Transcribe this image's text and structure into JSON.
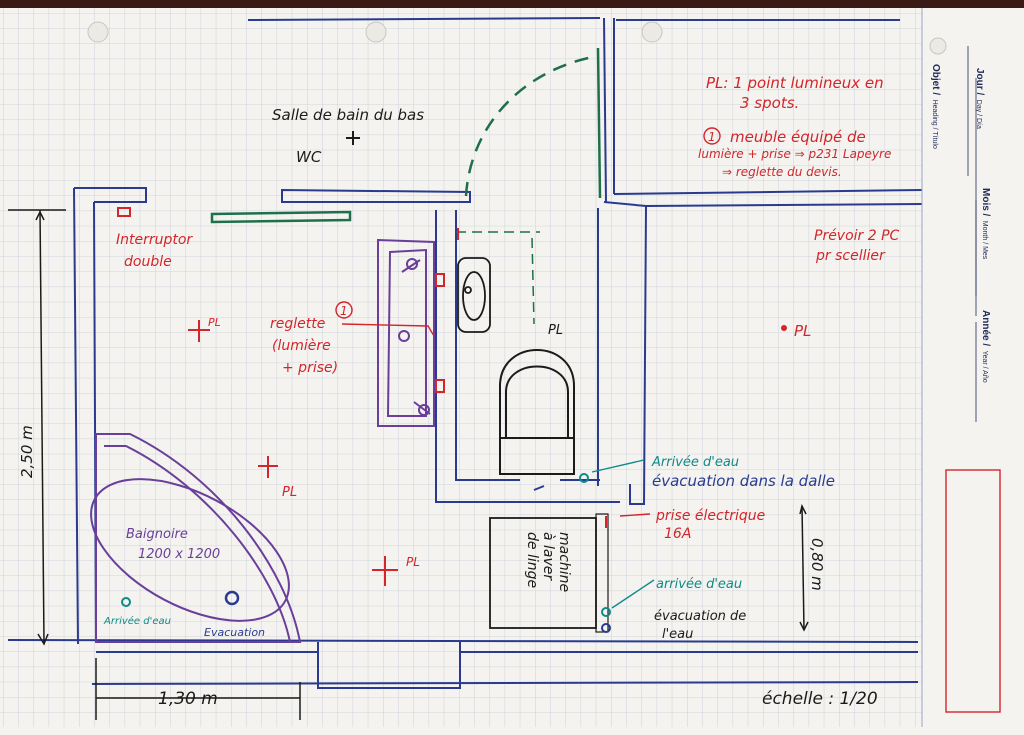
{
  "topbar_color": "#3a1a14",
  "colors": {
    "grid": "#c4cad8",
    "blue_wall": "#2a3b8f",
    "red": "#d2262b",
    "teal": "#0f8a8a",
    "purple": "#6a3f9a",
    "green": "#1f6f4a",
    "black": "#1b1b1b"
  },
  "room": {
    "title": "Salle de bain du bas",
    "wc_label": "WC",
    "switch_label_1": "Interruptor",
    "switch_label_2": "double",
    "pl_label": "PL",
    "reglette_1": "reglette",
    "reglette_num": "1",
    "reglette_2": "(lumière",
    "reglette_3": "+ prise)",
    "bathtub_1": "Baignoire",
    "bathtub_2": "1200 x 1200",
    "water_in_small": "Arrivée d'eau",
    "drain_small": "Evacuation",
    "water_in_wc_1": "Arrivée d'eau",
    "water_in_wc_2": "évacuation dans la dalle",
    "socket_1": "prise électrique",
    "socket_2": "16A",
    "machine_1": "machine",
    "machine_2": "à laver",
    "machine_3": "de linge",
    "water_in_machine": "arrivée d'eau",
    "drain_machine_1": "évacuation de",
    "drain_machine_2": "l'eau",
    "dim_height": "2,50 m",
    "dim_width": "1,30 m",
    "dim_machine": "0,80 m",
    "scale": "échelle : 1/20",
    "note_pl_1": "PL: 1 point lumineux en",
    "note_pl_2": "3 spots.",
    "note_meuble_num": "1",
    "note_meuble_1": "meuble équipé de",
    "note_meuble_2": "lumière + prise ⇒ p231 Lapeyre",
    "note_meuble_3": "⇒ reglette du devis.",
    "note_pc_1": "Prévoir 2 PC",
    "note_pc_2": "pr scellier"
  },
  "margin": {
    "jour_head": "Jour /",
    "jour_sub": "Day / Día",
    "objet_head": "Objet /",
    "objet_sub": "Heading / Título",
    "mois_head": "Mois /",
    "mois_sub": "Month / Mes",
    "annee_head": "Année /",
    "annee_sub": "Year / Año"
  }
}
